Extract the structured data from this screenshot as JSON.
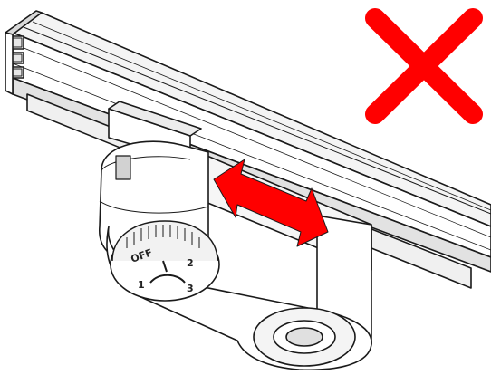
{
  "diagram": {
    "adapter_dial": {
      "off_label": "OFF",
      "position_1": "1",
      "position_2": "2",
      "position_3": "3"
    }
  },
  "colors": {
    "line": "#1a1a1a",
    "shade": "#d9d9d9",
    "arrow": "#ff0000",
    "cross": "#ff0000"
  },
  "icons": {
    "arrow": "double-headed-arrow-icon",
    "cross": "cross-icon"
  }
}
